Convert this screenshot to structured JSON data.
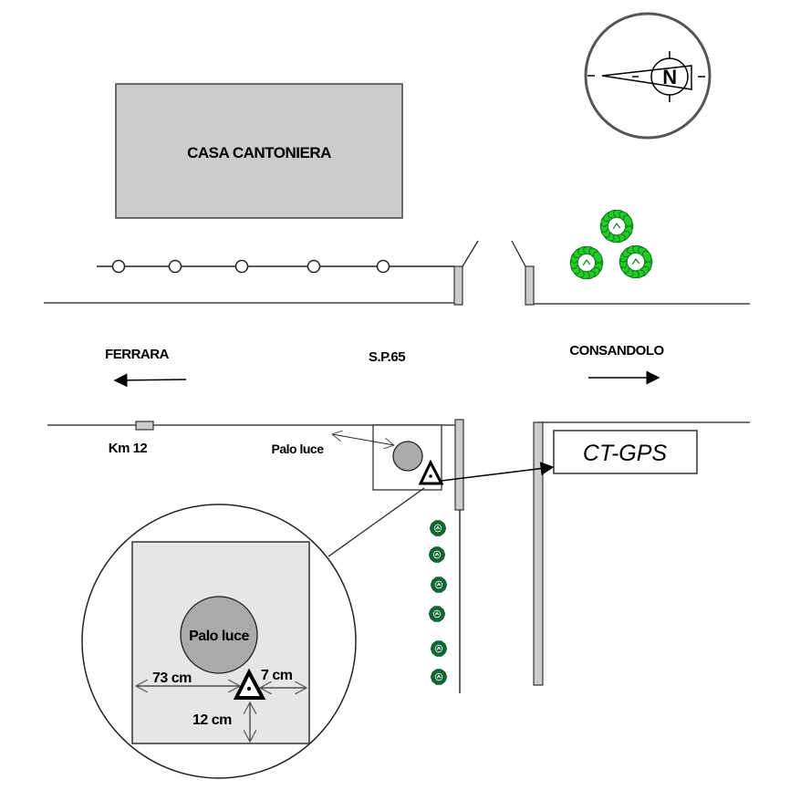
{
  "diagram": {
    "building_label": "CASA CANTONIERA",
    "compass_label": "N",
    "road_name": "S.P.65",
    "direction_left": "FERRARA",
    "direction_right": "CONSANDOLO",
    "km_marker_label": "Km 12",
    "pole_label": "Palo luce",
    "station_label": "CT-GPS",
    "detail": {
      "pole_label": "Palo luce",
      "dist_left": "73 cm",
      "dist_right": "7 cm",
      "dist_bottom": "12 cm"
    },
    "fence_post_count": 5,
    "hedge_count": 6,
    "tree_count": 3,
    "colors": {
      "building_fill": "#cccccc",
      "pole_fill": "#aaaaaa",
      "detail_fill": "#e6e6e6",
      "gatepost_fill": "#cccccc",
      "tree_light": "#22cc22",
      "tree_dark": "#117722",
      "hedge": "#116633"
    }
  }
}
